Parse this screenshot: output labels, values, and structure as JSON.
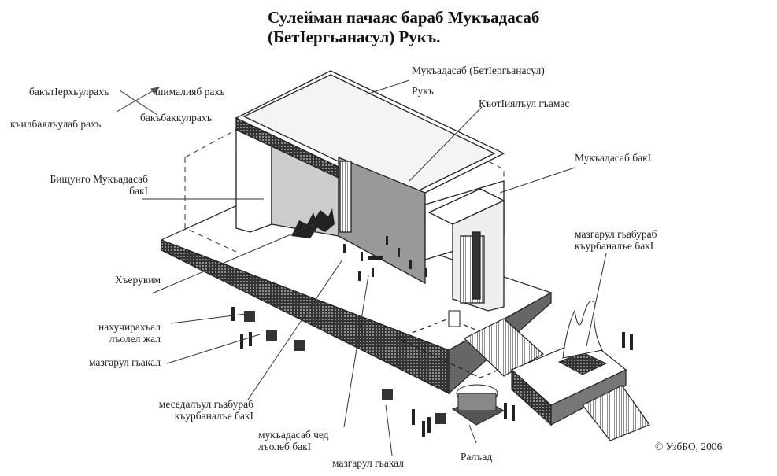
{
  "title": {
    "line1": "Сулейман пачаяс бараб Мукъадасаб",
    "line2": "(БетIергьанасул) Рукъ."
  },
  "compass": {
    "west": "бакътIерхьулрахъ",
    "north": "шималияб рахъ",
    "south": "къилбаялъулаб рахъ",
    "east": "бакъбаккулрахъ"
  },
  "labels": {
    "temple_1": "Мукъадасаб (БетIергьанасул)",
    "temple_2": "Рукъ",
    "roof": "КъотIиялъул гъамас",
    "holy_place": "Мукъадасаб бакI",
    "holiest_1": "Бищунго Мукъадасаб",
    "holiest_2": "бакI",
    "altar_1": "мазгарул гьабураб",
    "altar_2": "къурбаналъе бакI",
    "cherub": "Хъерувим",
    "basins_1": "нахучирахъал",
    "basins_2": "лъолел жал",
    "court_left": "мазгарул гьакал",
    "incense_1": "меседалъул гьабураб",
    "incense_2": "къурбаналъе бакI",
    "table_1": "мукъадасаб чед",
    "table_2": "лъолеб бакI",
    "court_bottom": "мазгарул гьакал",
    "sea": "Ралъад"
  },
  "copyright": "© УзбБО, 2006"
}
